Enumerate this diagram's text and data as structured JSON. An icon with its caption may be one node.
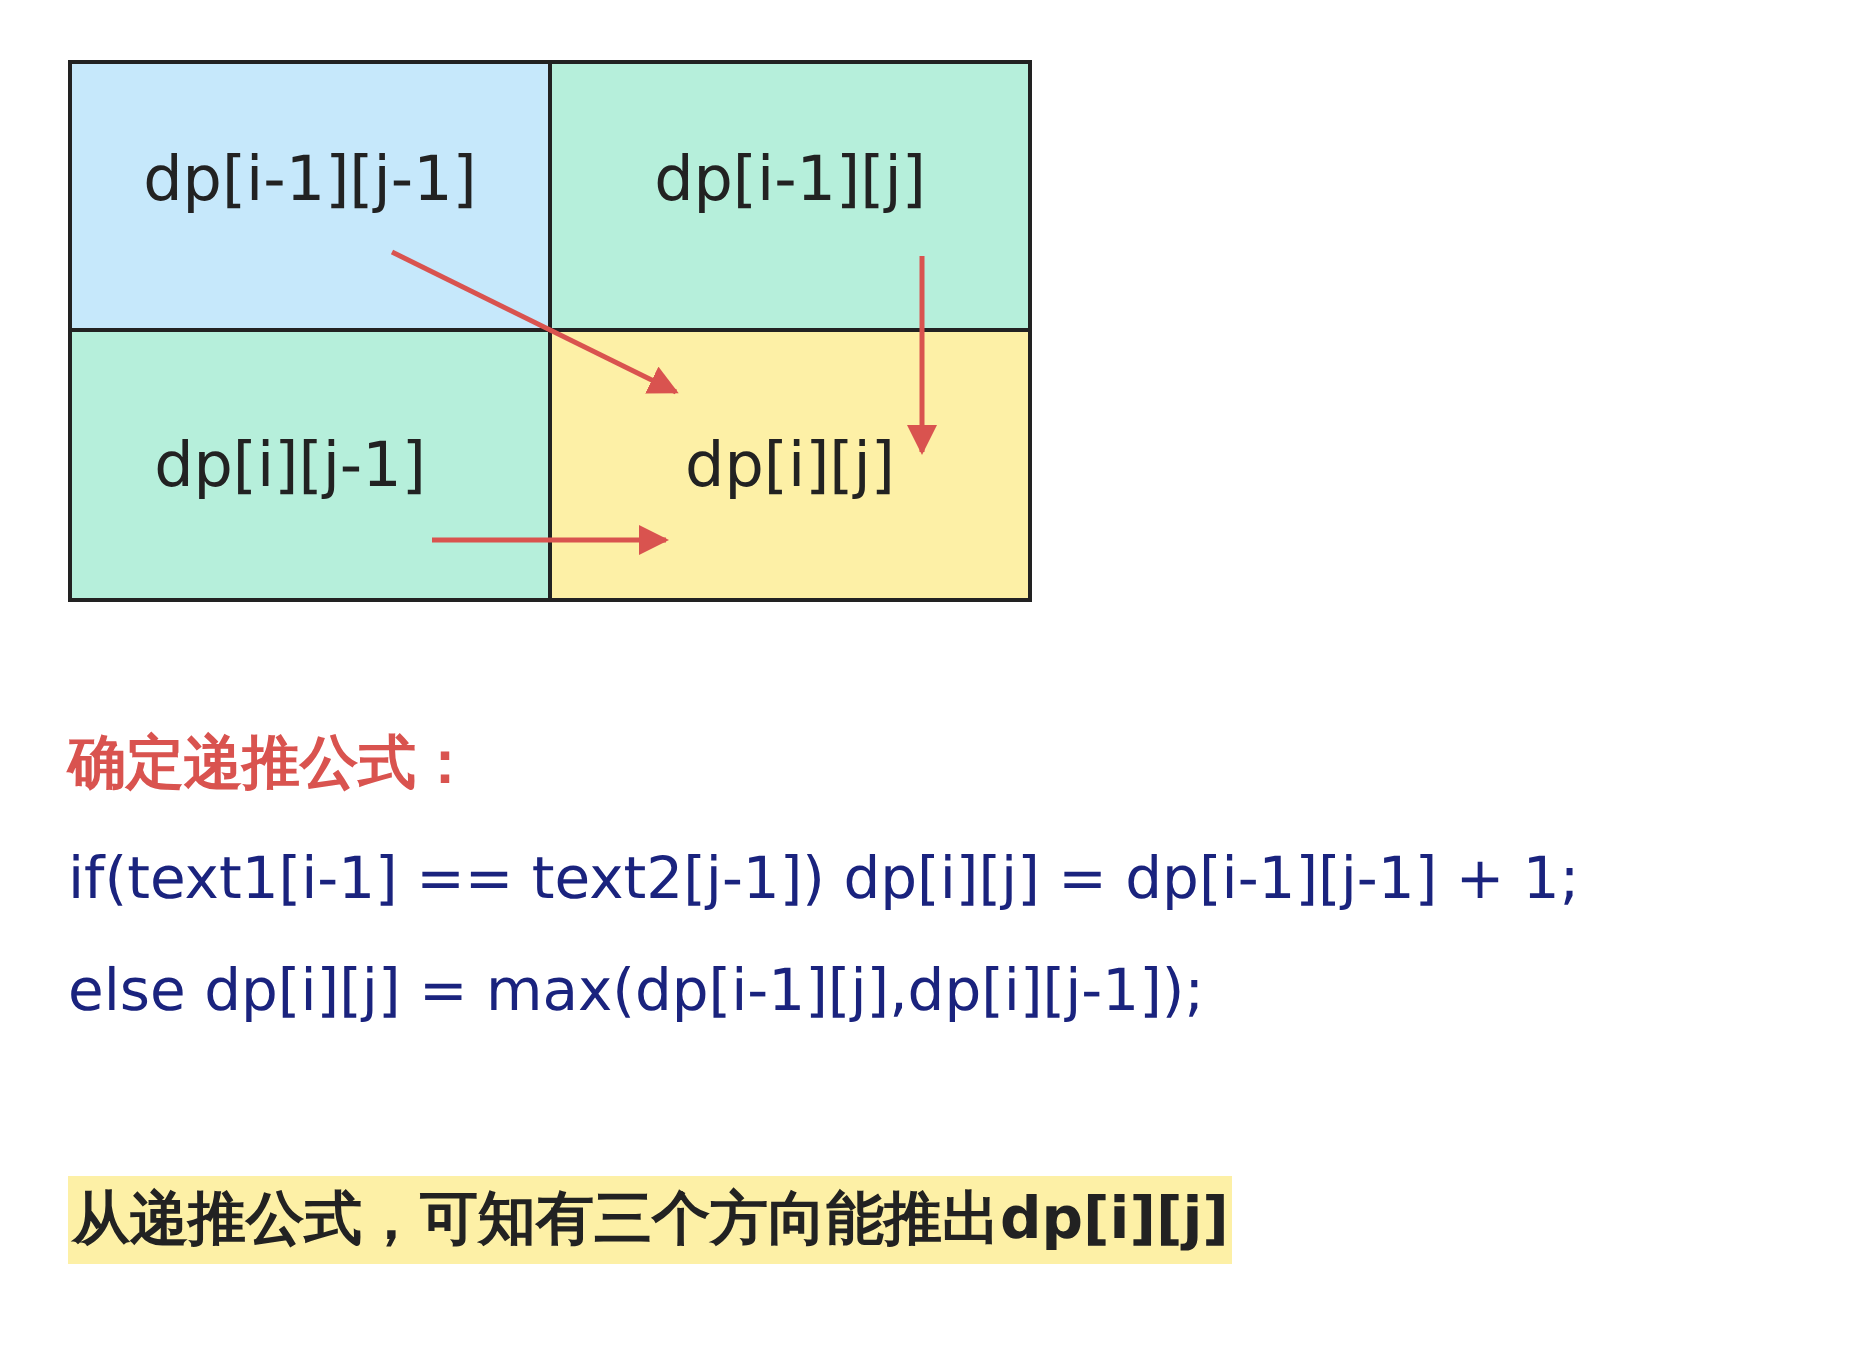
{
  "diagram": {
    "nodes": [
      {
        "text": [
          "dp[i-1][j-1]"
        ]
      },
      {
        "text": [
          "dp[i-1][j]"
        ]
      },
      {
        "text": [
          "dp[i][j-1]"
        ]
      },
      {
        "text": [
          "dp[i][j]"
        ]
      }
    ],
    "edges": [
      {
        "from": 0,
        "to": 3,
        "arrow": "to",
        "color": "#d9534f"
      },
      {
        "from": 1,
        "to": 3,
        "arrow": "to",
        "color": "#d9534f"
      },
      {
        "from": 2,
        "to": 3,
        "arrow": "to",
        "color": "#d9534f"
      }
    ],
    "labels": [
      "确定递推公式：",
      "if(text1[i-1] == text2[j-1]) dp[i][j] = dp[i-1][j-1] + 1;",
      "else dp[i][j] = max(dp[i-1][j],dp[i][j-1]);",
      "从递推公式，可知有三个方向能推出dp[i][j]"
    ]
  }
}
